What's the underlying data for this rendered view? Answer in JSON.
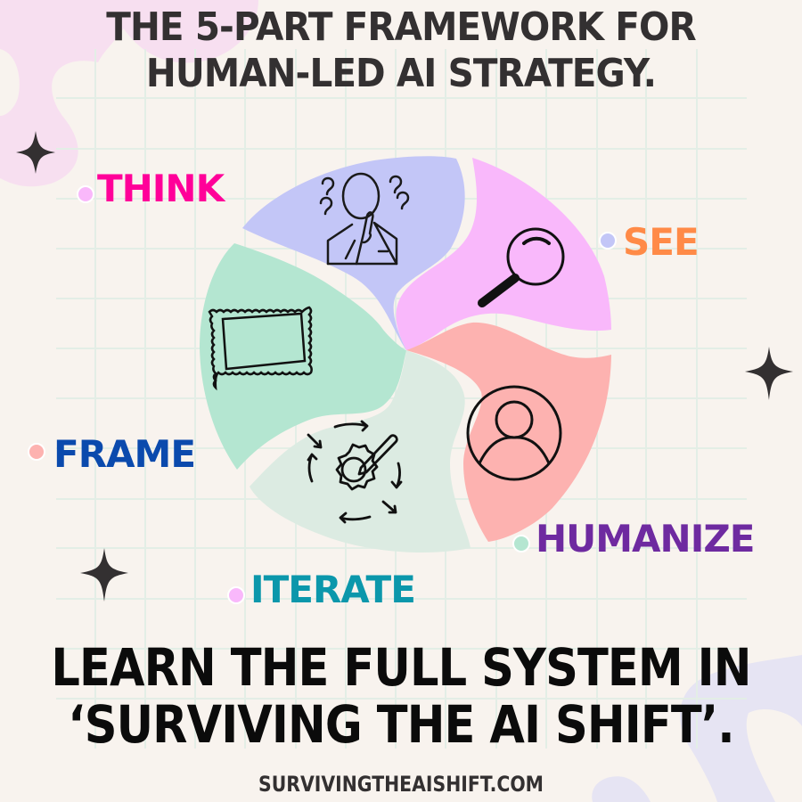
{
  "header": {
    "title_line1": "THE 5-PART FRAMEWORK FOR",
    "title_line2": "HUMAN-LED AI STRATEGY."
  },
  "framework": {
    "segments": [
      {
        "label": "THINK",
        "label_color": "#ff0099",
        "fill": "#c3c6f7",
        "dot_color": "#f9b8fb",
        "icon": "thinking-person-icon"
      },
      {
        "label": "SEE",
        "label_color": "#ff8a47",
        "fill": "#f9b8fb",
        "dot_color": "#c3c6f7",
        "icon": "magnifying-glass-icon"
      },
      {
        "label": "HUMANIZE",
        "label_color": "#6e2aa0",
        "fill": "#fdb2b0",
        "dot_color": "#b4e6d1",
        "icon": "user-circle-icon"
      },
      {
        "label": "ITERATE",
        "label_color": "#0b97ab",
        "fill": "#dcebe2",
        "dot_color": "#f9b8fb",
        "icon": "gear-cycle-icon"
      },
      {
        "label": "FRAME",
        "label_color": "#0b4aad",
        "fill": "#b4e6d1",
        "dot_color": "#fdb2b0",
        "icon": "stamp-frame-icon"
      }
    ]
  },
  "cta": {
    "line1": "LEARN THE FULL SYSTEM IN",
    "line2": "‘SURVIVING THE AI SHIFT’."
  },
  "footer": {
    "url": "SURVIVINGTHEAISHIFT.COM"
  },
  "colors": {
    "background": "#f8f3ee",
    "grid": "#e3eee6",
    "text_dark": "#333031",
    "star": "#333031",
    "blob_pink": "#f7dff0",
    "blob_lavender": "#e6e4f3"
  }
}
